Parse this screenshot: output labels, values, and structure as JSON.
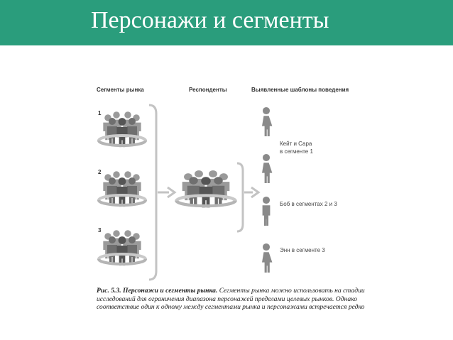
{
  "slide": {
    "title": "Персонажи и сегменты"
  },
  "figure": {
    "column_headers": {
      "segments": "Сегменты рынка",
      "respondents": "Респонденты",
      "patterns": "Выявленные шаблоны поведения"
    },
    "segment_numbers": [
      "1",
      "2",
      "3"
    ],
    "persona_labels": {
      "kate_sara_line1": "Кейт и Сара",
      "kate_sara_line2": "в сегменте 1",
      "bob": "Боб в сегментах 2 и 3",
      "ann": "Энн в сегменте 3"
    },
    "caption_lead": "Рис. 5.3. Персонажи и сегменты рынка.",
    "caption_body": " Сегменты рынка можно использовать на стадии исследований для ограничения диапазона персонажей пределами целевых рынков. Однако соответствие один к одному между сегментами рынка и персонажами встречается редко"
  },
  "colors": {
    "accent": "#2a9d7c",
    "figure_gray": "#8a8a8a",
    "figure_dark": "#555555",
    "bracket_gray": "#bdbdbd"
  }
}
